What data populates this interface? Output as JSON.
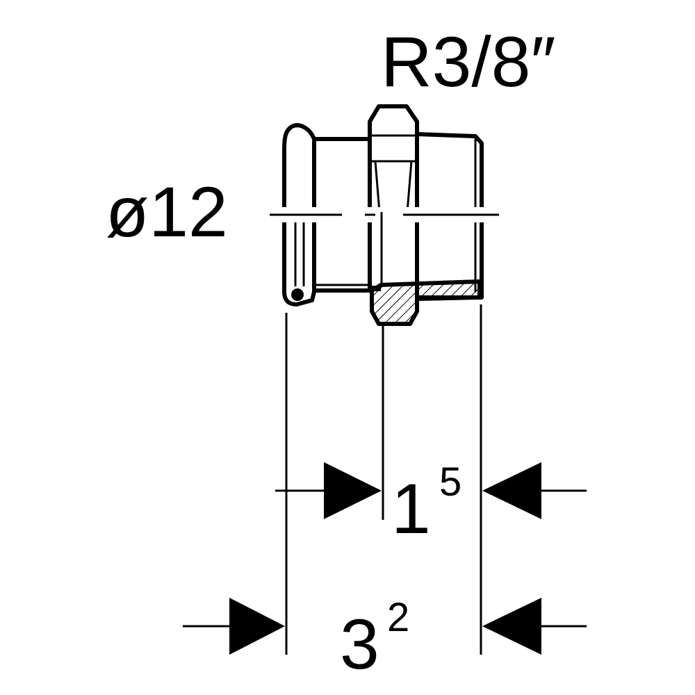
{
  "labels": {
    "thread": "R3/8″",
    "diameter": "ø12",
    "dim_inner_base": "1",
    "dim_inner_sup": "5",
    "dim_outer_base": "3",
    "dim_outer_sup": "2"
  },
  "colors": {
    "line": "#000000",
    "background": "#ffffff"
  }
}
